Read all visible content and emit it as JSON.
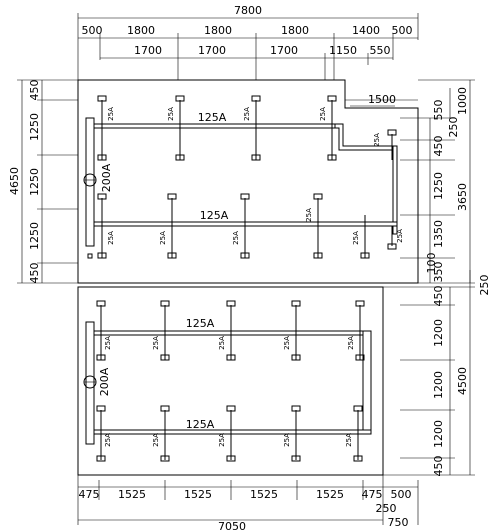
{
  "top_dims": {
    "overall": "7800",
    "row1": [
      "500",
      "1800",
      "1800",
      "1800",
      "1400",
      "500"
    ],
    "row2": [
      "1700",
      "1700",
      "1700",
      "1150",
      "550"
    ]
  },
  "left_dims_upper": {
    "overall": "4650",
    "segments": [
      "450",
      "1250",
      "1250",
      "1250",
      "450"
    ]
  },
  "right_dims_upper": {
    "inner": [
      "550",
      "450",
      "1250",
      "1350",
      "100"
    ],
    "mid": [
      "1000",
      "250",
      "3650",
      "350"
    ],
    "notch": "1500"
  },
  "right_dims_lower": {
    "inner": [
      "450",
      "1200",
      "1200",
      "1200",
      "450"
    ],
    "overall": "4500",
    "gap": "250"
  },
  "bottom_dims": {
    "segments": [
      "475",
      "1525",
      "1525",
      "1525",
      "1525",
      "475",
      "500"
    ],
    "overall": "7050",
    "extra_a": "250",
    "extra_b": "750"
  },
  "pipe_labels": {
    "main": "125A",
    "header": "200A",
    "branch": "25A"
  }
}
